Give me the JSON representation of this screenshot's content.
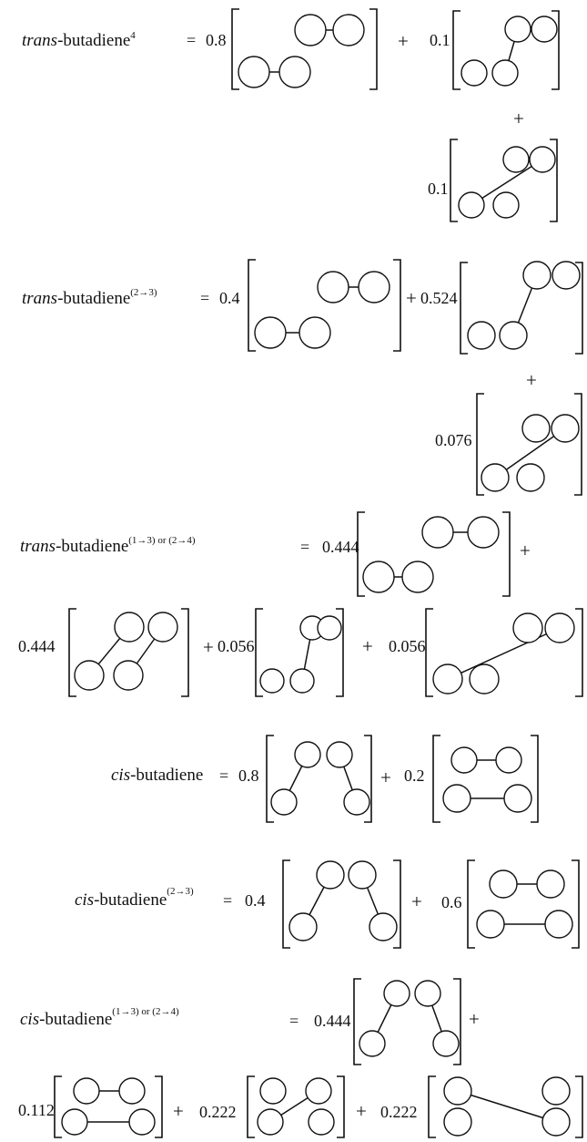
{
  "equations": [
    {
      "label": {
        "prefix": "trans",
        "name": "-butadiene",
        "sup": "4"
      },
      "eq": "=",
      "terms": [
        {
          "coef": "0.8",
          "structure": "trans-s13"
        },
        {
          "op": "+",
          "coef": "0.1",
          "structure": "trans-s12"
        },
        {
          "op": "+",
          "coef": "0.1",
          "structure": "trans-s14"
        }
      ]
    },
    {
      "label": {
        "prefix": "trans",
        "name": "-butadiene",
        "sup": "(2→3)"
      },
      "eq": "=",
      "terms": [
        {
          "coef": "0.4",
          "structure": "trans-s13"
        },
        {
          "op": "+",
          "coef": "0.524",
          "structure": "trans-s12"
        },
        {
          "op": "+",
          "coef": "0.076",
          "structure": "trans-s14"
        }
      ]
    },
    {
      "label": {
        "prefix": "trans",
        "name": "-butadiene",
        "sup": "(1→3) or (2→4)"
      },
      "eq": "=",
      "terms": [
        {
          "coef": "0.444",
          "structure": "trans-s13"
        },
        {
          "op": "+",
          "coef": "0.444",
          "structure": "trans-d23"
        },
        {
          "op": "+",
          "coef": "0.056",
          "structure": "trans-s12"
        },
        {
          "op": "+",
          "coef": "0.056",
          "structure": "trans-s14"
        }
      ]
    },
    {
      "label": {
        "prefix": "cis",
        "name": "-butadiene",
        "sup": ""
      },
      "eq": "=",
      "terms": [
        {
          "coef": "0.8",
          "structure": "cis-diag"
        },
        {
          "op": "+",
          "coef": "0.2",
          "structure": "cis-horiz"
        }
      ]
    },
    {
      "label": {
        "prefix": "cis",
        "name": "-butadiene",
        "sup": "(2→3)"
      },
      "eq": "=",
      "terms": [
        {
          "coef": "0.4",
          "structure": "cis-diag"
        },
        {
          "op": "+",
          "coef": "0.6",
          "structure": "cis-horiz"
        }
      ]
    },
    {
      "label": {
        "prefix": "cis",
        "name": "-butadiene",
        "sup": "(1→3) or (2→4)"
      },
      "eq": "=",
      "terms": [
        {
          "coef": "0.444",
          "structure": "cis-diag"
        },
        {
          "op": "+",
          "coef": "0.112",
          "structure": "cis-horiz"
        },
        {
          "op": "+",
          "coef": "0.222",
          "structure": "cis-cross-a"
        },
        {
          "op": "+",
          "coef": "0.222",
          "structure": "cis-cross-b"
        }
      ]
    }
  ]
}
